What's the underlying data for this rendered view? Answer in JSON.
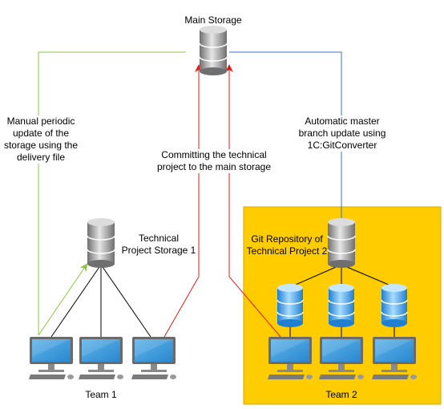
{
  "diagram": {
    "main_storage_label": "Main Storage",
    "manual_update_label": "Manual periodic\nupdate of the\nstorage using the\ndelivery file",
    "committing_label": "Committing the technical\nproject to the main storage",
    "automatic_update_label": "Automatic master\nbranch update using\n1C:GitConverter",
    "tech_storage_label": "Technical\nProject Storage 1",
    "git_repo_label": "Git Repository of\nTechnical Project 2",
    "team1_label": "Team 1",
    "team2_label": "Team 2"
  },
  "colors": {
    "team2_background": "#FFCC00",
    "team2_border": "#D6A800",
    "manual_arrow": "#8CC63F",
    "commit_arrow": "#E31B1B",
    "automatic_arrow": "#3B6FD6",
    "connector": "#000000"
  },
  "icons": {
    "storage": "database-icon",
    "blue_storage": "blue-database-icon",
    "workstation": "computer-workstation-icon"
  }
}
